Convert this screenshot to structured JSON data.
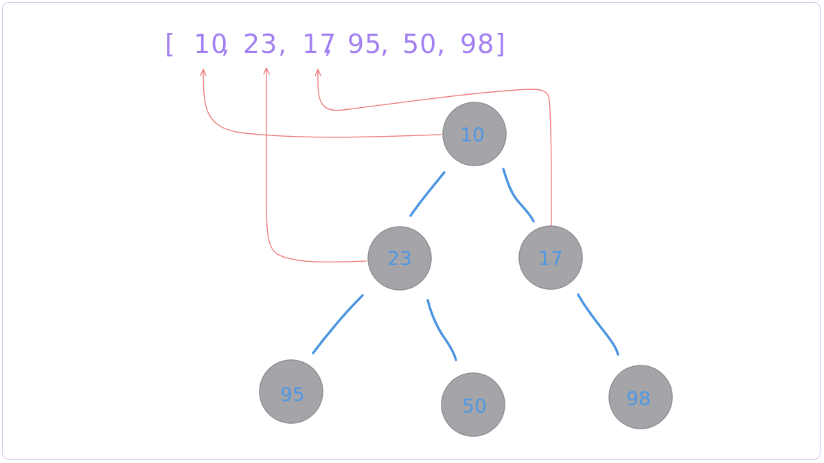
{
  "array": {
    "open_bracket": "[",
    "close_bracket": "]",
    "items": [
      {
        "value": "10",
        "separator": ","
      },
      {
        "value": "23",
        "separator": ","
      },
      {
        "value": "17",
        "separator": ","
      },
      {
        "value": "95",
        "separator": ","
      },
      {
        "value": "50",
        "separator": ","
      },
      {
        "value": "98",
        "separator": ""
      }
    ]
  },
  "tree": {
    "nodes": [
      {
        "id": "n10",
        "label": "10"
      },
      {
        "id": "n23",
        "label": "23"
      },
      {
        "id": "n17",
        "label": "17"
      },
      {
        "id": "n95",
        "label": "95"
      },
      {
        "id": "n50",
        "label": "50"
      },
      {
        "id": "n98",
        "label": "98"
      }
    ],
    "edges": [
      {
        "from": "n10",
        "to": "n23"
      },
      {
        "from": "n10",
        "to": "n17"
      },
      {
        "from": "n23",
        "to": "n95"
      },
      {
        "from": "n23",
        "to": "n50"
      },
      {
        "from": "n17",
        "to": "n98"
      }
    ],
    "index_pointers": [
      {
        "from": "n10",
        "to_array_index": 0
      },
      {
        "from": "n23",
        "to_array_index": 1
      },
      {
        "from": "n17",
        "to_array_index": 2
      }
    ]
  },
  "colors": {
    "array_text": "#a380f2",
    "node_fill": "#a5a4a8",
    "node_label": "#4f98e3",
    "tree_edge": "#4b94e0",
    "index_pointer": "#ee7a78",
    "frame_border": "#cdc4ef"
  }
}
